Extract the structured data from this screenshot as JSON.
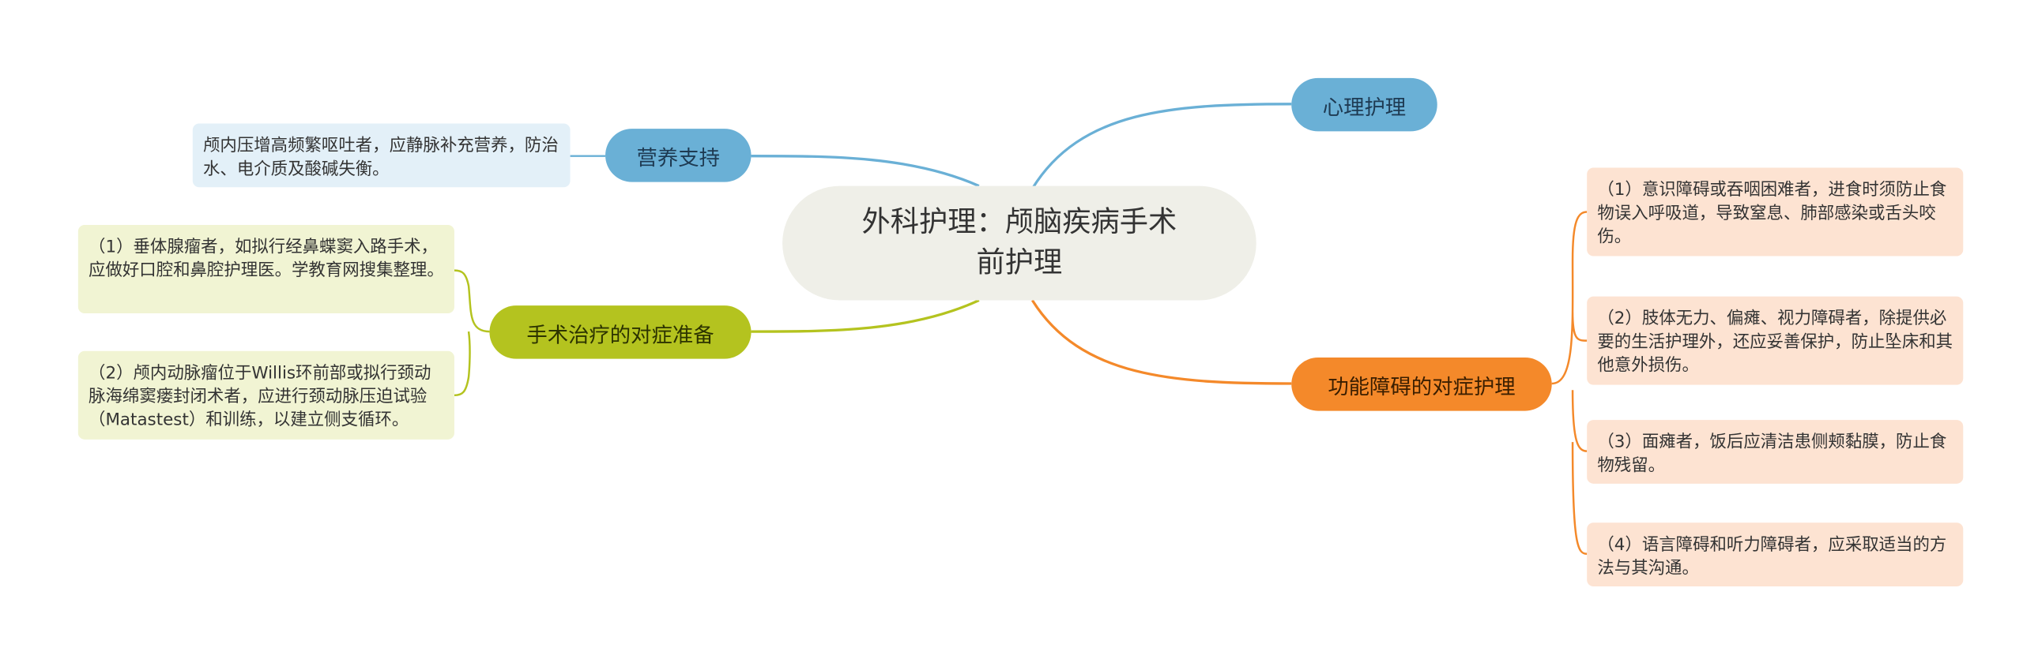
{
  "root": {
    "title": "外科护理：颅脑疾病手术前护理"
  },
  "branches": {
    "psych": {
      "label": "心理护理"
    },
    "nutrition": {
      "label": "营养支持",
      "items": [
        "颅内压增高频繁呕吐者，应静脉补充营养，防治水、电介质及酸碱失衡。"
      ]
    },
    "surgery": {
      "label": "手术治疗的对症准备",
      "items": [
        "（1）垂体腺瘤者，如拟行经鼻蝶窦入路手术，应做好口腔和鼻腔护理医。学教育网搜集整理。",
        "（2）颅内动脉瘤位于Willis环前部或拟行颈动脉海绵窦瘘封闭术者，应进行颈动脉压迫试验（Matastest）和训练，以建立侧支循环。"
      ]
    },
    "function": {
      "label": "功能障碍的对症护理",
      "items": [
        "（1）意识障碍或吞咽困难者，进食时须防止食物误入呼吸道，导致窒息、肺部感染或舌头咬伤。",
        "（2）肢体无力、偏瘫、视力障碍者，除提供必要的生活护理外，还应妥善保护，防止坠床和其他意外损伤。",
        "（3）面瘫者，饭后应清洁患侧颊黏膜，防止食物残留。",
        "（4）语言障碍和听力障碍者，应采取适当的方法与其沟通。"
      ]
    }
  },
  "colors": {
    "blue": "#6ab0d6",
    "green": "#b4c31f",
    "orange": "#f4892a"
  }
}
